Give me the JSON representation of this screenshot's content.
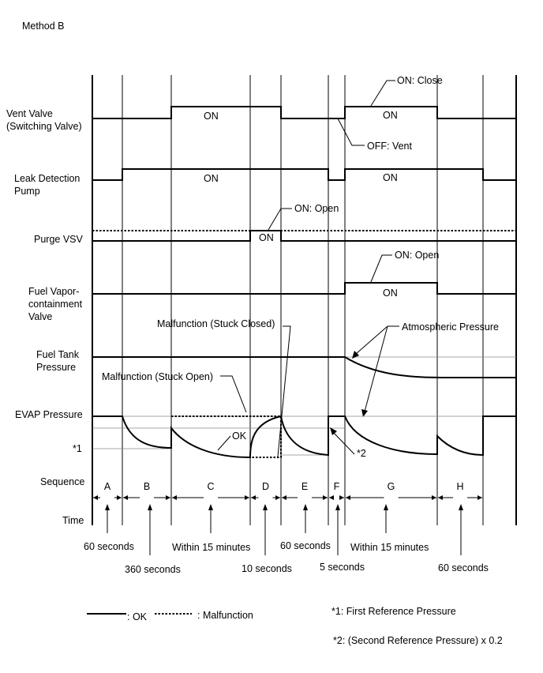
{
  "title": "Method B",
  "rows": {
    "vent_valve": [
      "Vent Valve",
      "(Switching Valve)"
    ],
    "leak_pump": [
      "Leak Detection",
      "Pump"
    ],
    "purge_vsv": [
      "Purge VSV"
    ],
    "fuel_vapor_valve": [
      "Fuel Vapor-",
      "containment",
      "Valve"
    ],
    "fuel_tank_pressure": [
      "Fuel Tank",
      "Pressure"
    ],
    "evap_pressure": [
      "EVAP Pressure"
    ],
    "ref1": [
      "*1"
    ],
    "sequence": [
      "Sequence"
    ],
    "time": [
      "Time"
    ]
  },
  "signal_labels": {
    "on": "ON",
    "on_close": "ON: Close",
    "off_vent": "OFF: Vent",
    "on_open": "ON: Open",
    "malfunction_stuck_closed": "Malfunction (Stuck Closed)",
    "malfunction_stuck_open": "Malfunction (Stuck Open)",
    "atmospheric_pressure": "Atmospheric Pressure",
    "ok": "OK",
    "ref2_marker": "*2"
  },
  "sequence_steps": [
    "A",
    "B",
    "C",
    "D",
    "E",
    "F",
    "G",
    "H"
  ],
  "durations": {
    "a": "60 seconds",
    "b": "360 seconds",
    "c": "Within 15 minutes",
    "d": "10 seconds",
    "e": "60 seconds",
    "f": "5 seconds",
    "g": "Within 15 minutes",
    "h": "60 seconds"
  },
  "legend": {
    "ok": ": OK",
    "malfunction": ": Malfunction",
    "note1": "*1: First Reference Pressure",
    "note2": "*2: (Second Reference Pressure) x 0.2"
  }
}
